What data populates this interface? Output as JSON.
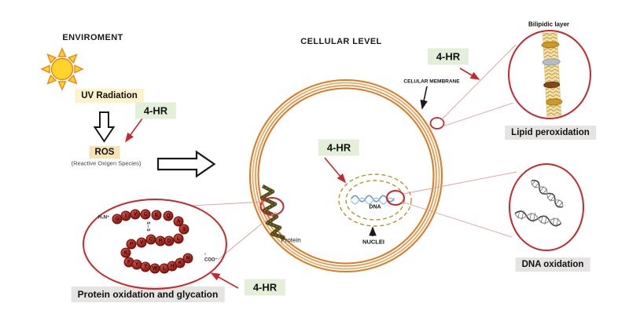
{
  "titles": {
    "environment": "ENVIROMENT",
    "cellular_level": "CELLULAR LEVEL"
  },
  "hr_label": "4-HR",
  "environment": {
    "uv_radiation": "UV Radiation",
    "ros": "ROS",
    "ros_subtitle": "(Reactive Oxigen Species)",
    "sun_icon_color": "#ffd42a"
  },
  "cell": {
    "membrane_label": "CELULAR MEMBRANE",
    "nuclei_label": "NUCLEI",
    "dna_label": "DNA",
    "protein_label": "Protein"
  },
  "insets": {
    "bilipidic_layer": "Bilipidic layer",
    "lipid_peroxidation": "Lipid peroxidation",
    "dna_oxidation": "DNA oxidation",
    "protein_oxidation": "Protein oxidation and glycation"
  },
  "protein_chain": {
    "n_terminus": "H₃N⁺",
    "c_terminus": "-COO⁻",
    "disulfide": "S–S",
    "residues": [
      "G",
      "I",
      "V",
      "C",
      "E",
      "Q",
      "A",
      "S",
      "L",
      "D",
      "R",
      "C",
      "V",
      "P",
      "K",
      "F",
      "Y",
      "T",
      "W",
      "L",
      "H",
      "K",
      "N"
    ]
  },
  "colors": {
    "membrane_orange": "#d97d2b",
    "accent_red": "#c5282f",
    "hr_green_bg": "#e3efd9",
    "uv_cream_bg": "#fdf2cc",
    "ros_tan_bg": "#f6e3b6",
    "label_gray_bg": "#e5e4e2",
    "nucleus_dash": "#b5922c",
    "dna_blue": "#5f9bc4"
  }
}
